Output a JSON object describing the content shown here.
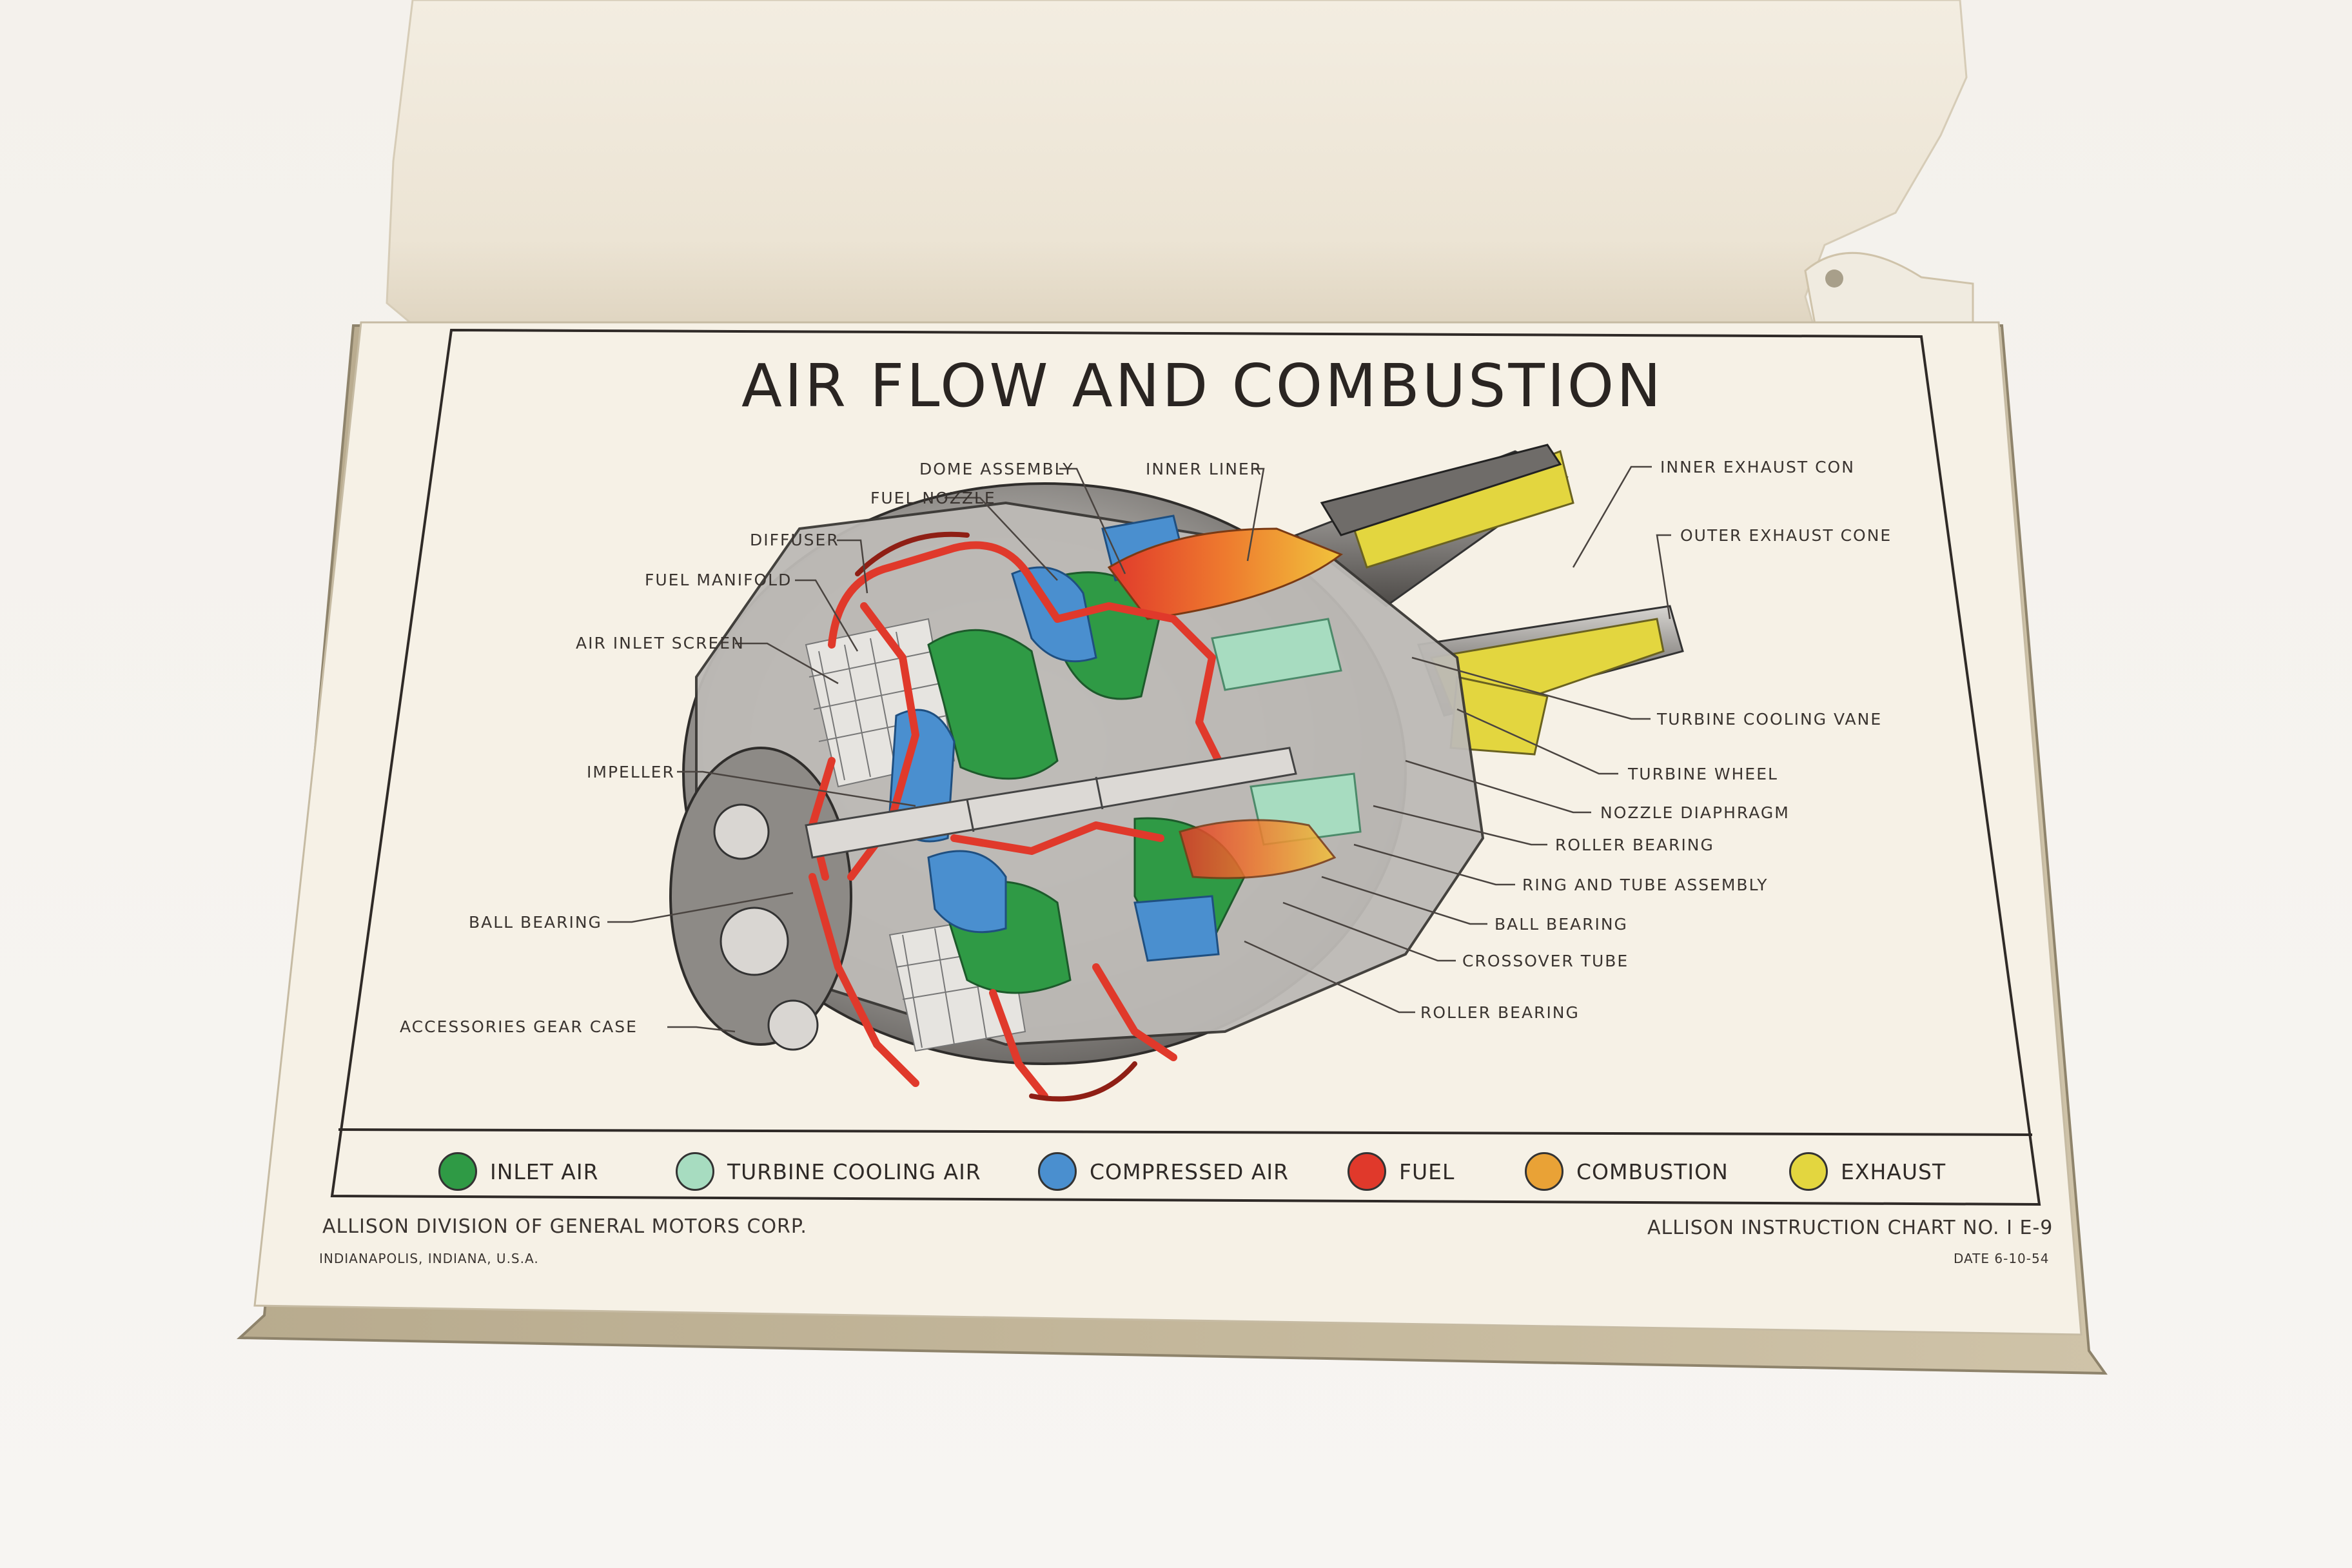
{
  "chart": {
    "title": "AIR FLOW AND COMBUSTION"
  },
  "labels": {
    "dome_assembly": "DOME ASSEMBLY",
    "inner_liner": "INNER LINER",
    "inner_exhaust_cone": "INNER EXHAUST CON",
    "fuel_nozzle": "FUEL NOZZLE",
    "diffuser": "DIFFUSER",
    "outer_exhaust_cone": "OUTER EXHAUST CONE",
    "fuel_manifold": "FUEL MANIFOLD",
    "air_inlet_screen": "AIR INLET SCREEN",
    "turbine_cooling_vane": "TURBINE COOLING VANE",
    "impeller": "IMPELLER",
    "turbine_wheel": "TURBINE WHEEL",
    "nozzle_diaphragm": "NOZZLE DIAPHRAGM",
    "roller_bearing_upper": "ROLLER BEARING",
    "ring_and_tube_assembly": "RING AND TUBE ASSEMBLY",
    "ball_bearing_left": "BALL BEARING",
    "ball_bearing_right": "BALL BEARING",
    "crossover_tube": "CROSSOVER TUBE",
    "roller_bearing_lower": "ROLLER BEARING",
    "accessories_gear_case": "ACCESSORIES GEAR CASE"
  },
  "legend": [
    {
      "label": "INLET AIR",
      "color": "#2f9a45"
    },
    {
      "label": "TURBINE COOLING AIR",
      "color": "#a7dcc0"
    },
    {
      "label": "COMPRESSED AIR",
      "color": "#4a8fcf"
    },
    {
      "label": "FUEL",
      "color": "#e0392b"
    },
    {
      "label": "COMBUSTION",
      "color": "#e9a236"
    },
    {
      "label": "EXHAUST",
      "color": "#e3d63f"
    }
  ],
  "footer": {
    "left_line1": "ALLISON DIVISION OF GENERAL MOTORS CORP.",
    "left_line2": "INDIANAPOLIS, INDIANA, U.S.A.",
    "right_line1": "ALLISON INSTRUCTION CHART NO. I E-9",
    "right_line2": "DATE 6-10-54"
  }
}
